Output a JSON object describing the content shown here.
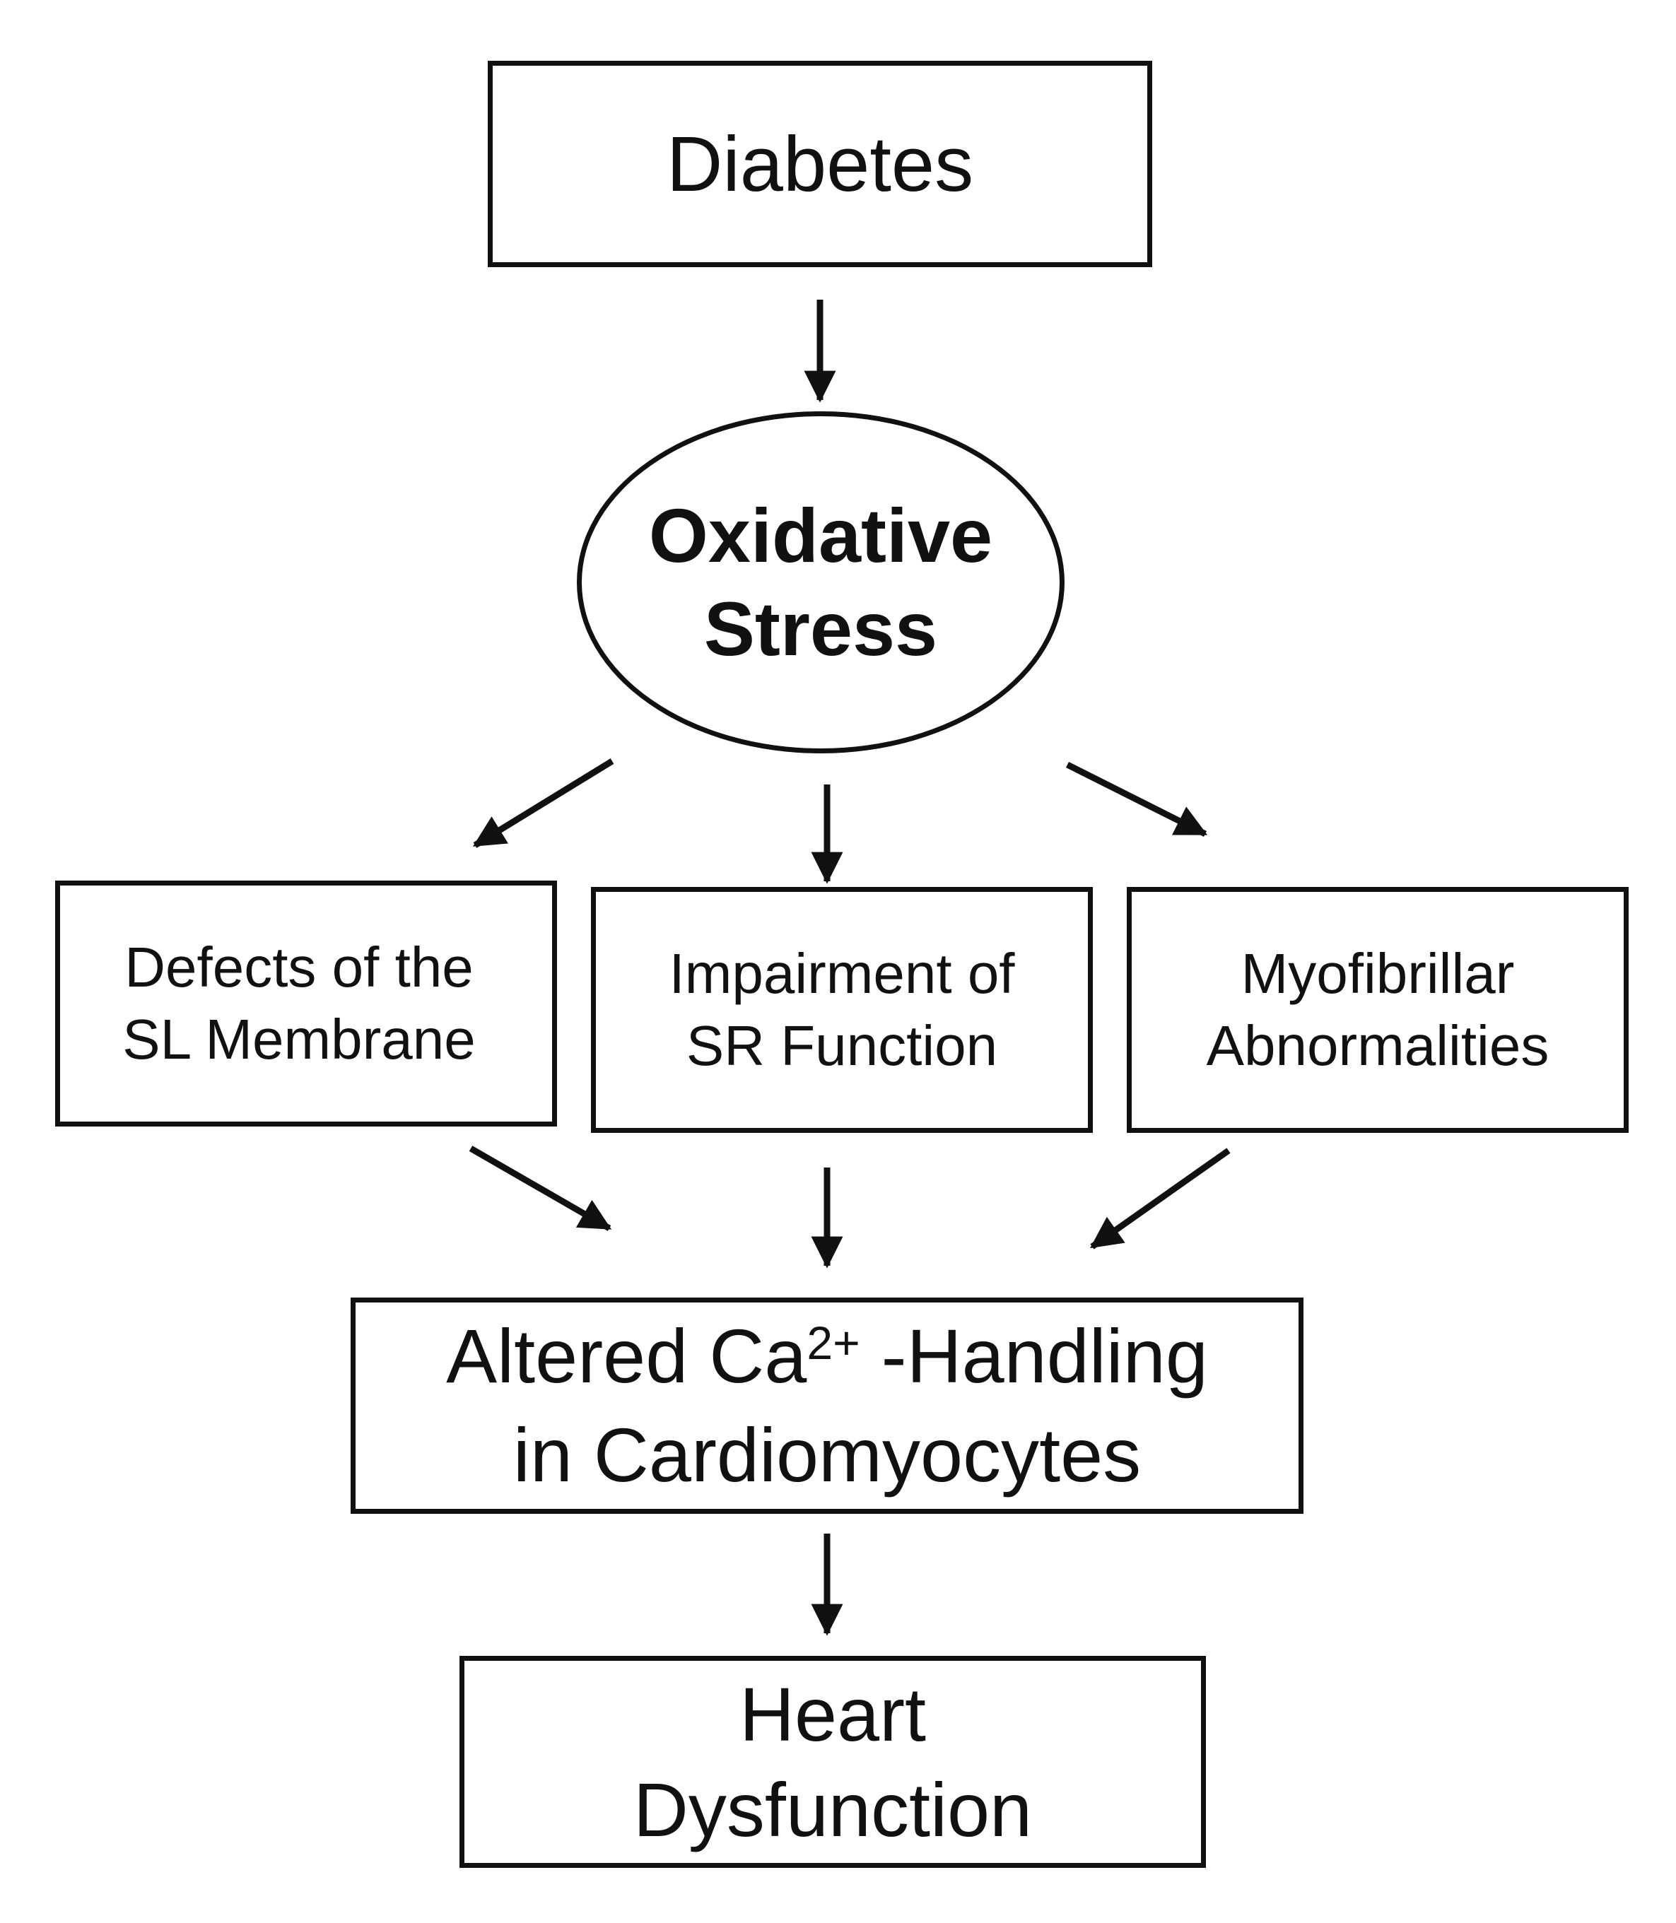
{
  "nodes": {
    "diabetes": {
      "label": "Diabetes"
    },
    "oxidative_stress": {
      "line1": "Oxidative",
      "line2": "Stress"
    },
    "sl_membrane": {
      "line1": "Defects of the",
      "line2": "SL Membrane"
    },
    "sr_function": {
      "line1": "Impairment of",
      "line2": "SR Function"
    },
    "myofibrillar": {
      "line1": "Myofibrillar",
      "line2": "Abnormalities"
    },
    "calcium_handling": {
      "line1_prefix": "Altered Ca",
      "line1_sup": "2+",
      "line1_suffix": " -Handling",
      "line2": "in Cardiomyocytes"
    },
    "heart_dysfunction": {
      "line1": "Heart",
      "line2": "Dysfunction"
    }
  },
  "edges": [
    {
      "from": "diabetes",
      "to": "oxidative_stress"
    },
    {
      "from": "oxidative_stress",
      "to": "sl_membrane"
    },
    {
      "from": "oxidative_stress",
      "to": "sr_function"
    },
    {
      "from": "oxidative_stress",
      "to": "myofibrillar"
    },
    {
      "from": "sl_membrane",
      "to": "calcium_handling"
    },
    {
      "from": "sr_function",
      "to": "calcium_handling"
    },
    {
      "from": "myofibrillar",
      "to": "calcium_handling"
    },
    {
      "from": "calcium_handling",
      "to": "heart_dysfunction"
    }
  ],
  "colors": {
    "line": "#111111",
    "background": "#ffffff"
  }
}
